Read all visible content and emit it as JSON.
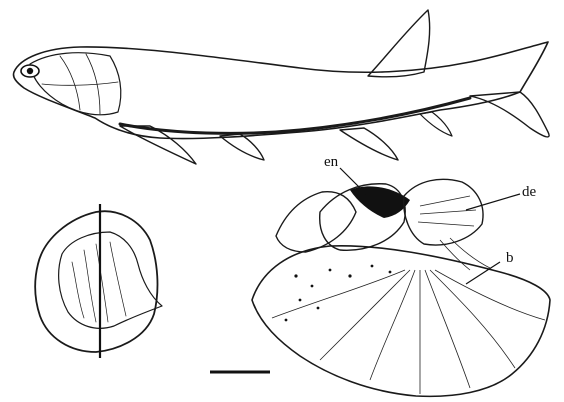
{
  "figure": {
    "labels": {
      "en": "en",
      "de": "de",
      "b": "b"
    },
    "colors": {
      "ink": "#1a1a1a",
      "stipple": "#9a9a9a",
      "background": "#ffffff"
    },
    "panels": [
      "fish-reconstruction",
      "scale-outline-section",
      "scale-detail"
    ],
    "scale_bar": true
  }
}
